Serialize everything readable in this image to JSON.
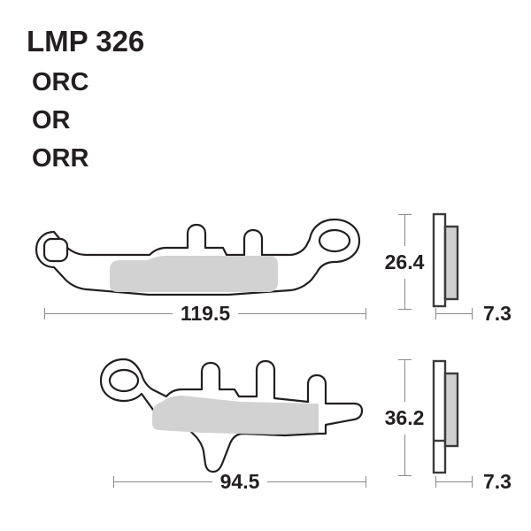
{
  "header": {
    "part_code": "LMP 326",
    "compounds": [
      "ORC",
      "OR",
      "ORR"
    ]
  },
  "colors": {
    "outline": "#231f20",
    "friction_fill": "#d2d2d2",
    "backing_fill": "#ffffff",
    "dimension_line": "#8a8a8a",
    "text": "#231f20",
    "background": "#ffffff"
  },
  "pads": [
    {
      "name": "pad-upper",
      "width_label": "119.5",
      "height_label": "26.4",
      "thickness_label": "7.3",
      "mounting_holes": 2,
      "hole_shapes": [
        "rounded-square",
        "oval"
      ],
      "top_tabs": 2
    },
    {
      "name": "pad-lower",
      "width_label": "94.5",
      "height_label": "36.2",
      "thickness_label": "7.3",
      "mounting_holes": 1,
      "hole_shapes": [
        "oval"
      ],
      "top_tabs": 3
    }
  ],
  "dimensions": {
    "upper_width": "119.5",
    "upper_height": "26.4",
    "upper_thickness": "7.3",
    "lower_width": "94.5",
    "lower_height": "36.2",
    "lower_thickness": "7.3"
  }
}
